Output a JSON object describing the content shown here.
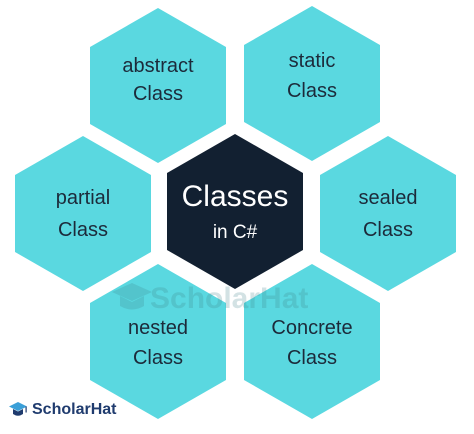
{
  "center": {
    "title": "Classes",
    "subtitle": "in C#"
  },
  "nodes": [
    {
      "id": "abstract",
      "line1": "abstract",
      "line2": "Class"
    },
    {
      "id": "static",
      "line1": "static",
      "line2": "Class"
    },
    {
      "id": "partial",
      "line1": "partial",
      "line2": "Class"
    },
    {
      "id": "sealed",
      "line1": "sealed",
      "line2": "Class"
    },
    {
      "id": "nested",
      "line1": "nested",
      "line2": "Class"
    },
    {
      "id": "concrete",
      "line1": "Concrete",
      "line2": "Class"
    }
  ],
  "watermark": "ScholarHat",
  "brand": {
    "name": "ScholarHat",
    "logo_icon": "scholar-cap-icon"
  },
  "colors": {
    "hex_fill": "#5ad8e0",
    "center_fill": "#122031",
    "text_dark": "#1c2a3a",
    "brand_text": "#1f3b6e"
  }
}
